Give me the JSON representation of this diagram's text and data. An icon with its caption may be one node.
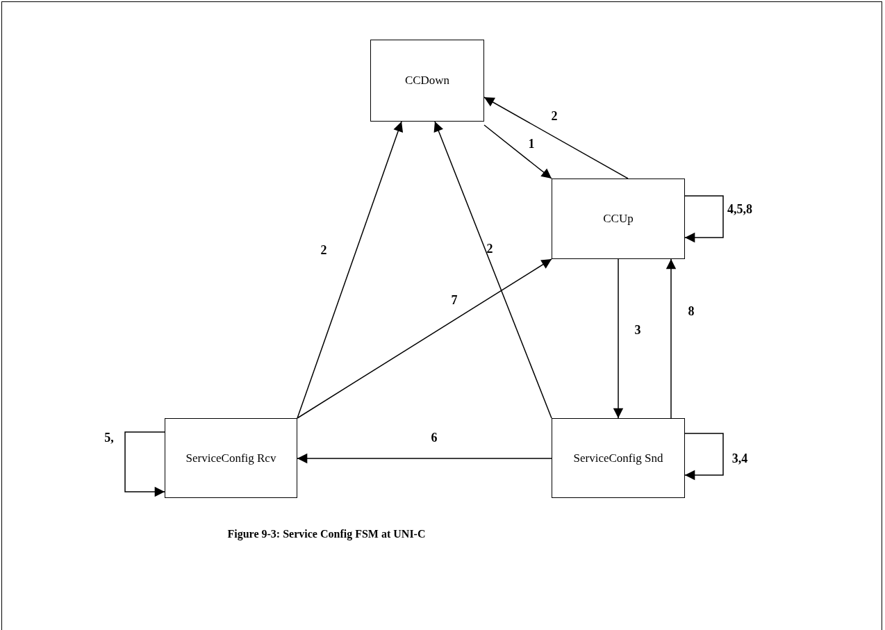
{
  "diagram": {
    "caption": "Figure 9-3: Service Config FSM at UNI-C",
    "nodes": [
      {
        "text": [
          "CCDown"
        ]
      },
      {
        "text": [
          "CCUp"
        ]
      },
      {
        "text": [
          "ServiceConfig Rcv"
        ]
      },
      {
        "text": [
          "ServiceConfig Snd"
        ]
      }
    ],
    "edges": [
      {
        "from": 0,
        "to": 1,
        "arrow": "to",
        "label": "1"
      },
      {
        "from": 1,
        "to": 0,
        "arrow": "to",
        "label": "2"
      },
      {
        "from": 1,
        "to": 1,
        "arrow": "to",
        "label": "4,5,8"
      },
      {
        "from": 1,
        "to": 3,
        "arrow": "to",
        "label": "3"
      },
      {
        "from": 3,
        "to": 1,
        "arrow": "to",
        "label": "8"
      },
      {
        "from": 3,
        "to": 3,
        "arrow": "to",
        "label": "3,4"
      },
      {
        "from": 3,
        "to": 2,
        "arrow": "to",
        "label": "6"
      },
      {
        "from": 2,
        "to": 2,
        "arrow": "to",
        "label": "5,"
      },
      {
        "from": 2,
        "to": 0,
        "arrow": "to",
        "label": "2"
      },
      {
        "from": 2,
        "to": 1,
        "arrow": "to",
        "label": "7"
      },
      {
        "from": 3,
        "to": 0,
        "arrow": "to",
        "label": "2"
      }
    ]
  }
}
